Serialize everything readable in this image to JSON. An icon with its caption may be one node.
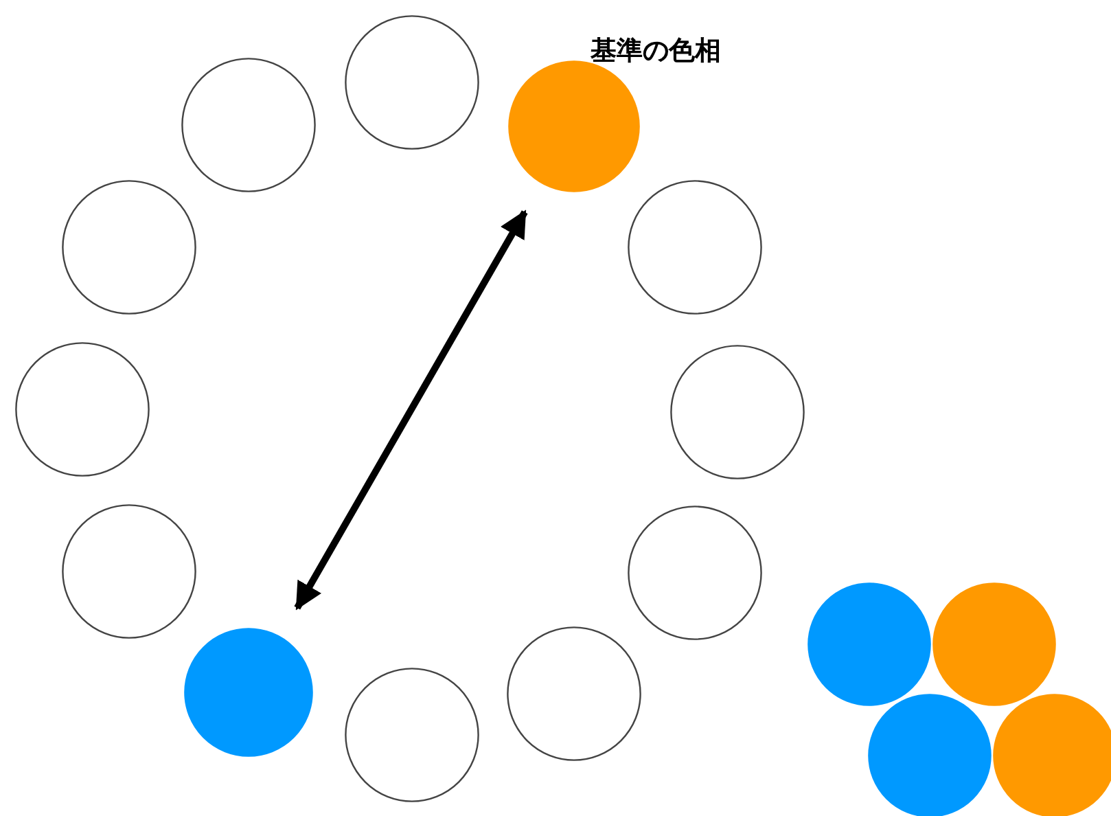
{
  "diagram": {
    "nodes": [
      {
        "text": [],
        "shape": "circle"
      },
      {
        "text": [],
        "shape": "circle",
        "beside": [
          "基準の色相"
        ]
      },
      {
        "text": [],
        "shape": "circle"
      },
      {
        "text": [],
        "shape": "circle"
      },
      {
        "text": [],
        "shape": "circle"
      },
      {
        "text": [],
        "shape": "circle"
      },
      {
        "text": [],
        "shape": "circle"
      },
      {
        "text": [],
        "shape": "circle"
      },
      {
        "text": [],
        "shape": "circle"
      },
      {
        "text": [],
        "shape": "circle"
      },
      {
        "text": [],
        "shape": "circle"
      },
      {
        "text": [],
        "shape": "circle"
      },
      {
        "text": [],
        "shape": "circle"
      },
      {
        "text": [],
        "shape": "circle"
      },
      {
        "text": [],
        "shape": "circle"
      },
      {
        "text": [],
        "shape": "circle"
      }
    ],
    "edges": [
      {
        "from": 1,
        "to": 10,
        "arrow": "both"
      }
    ]
  }
}
